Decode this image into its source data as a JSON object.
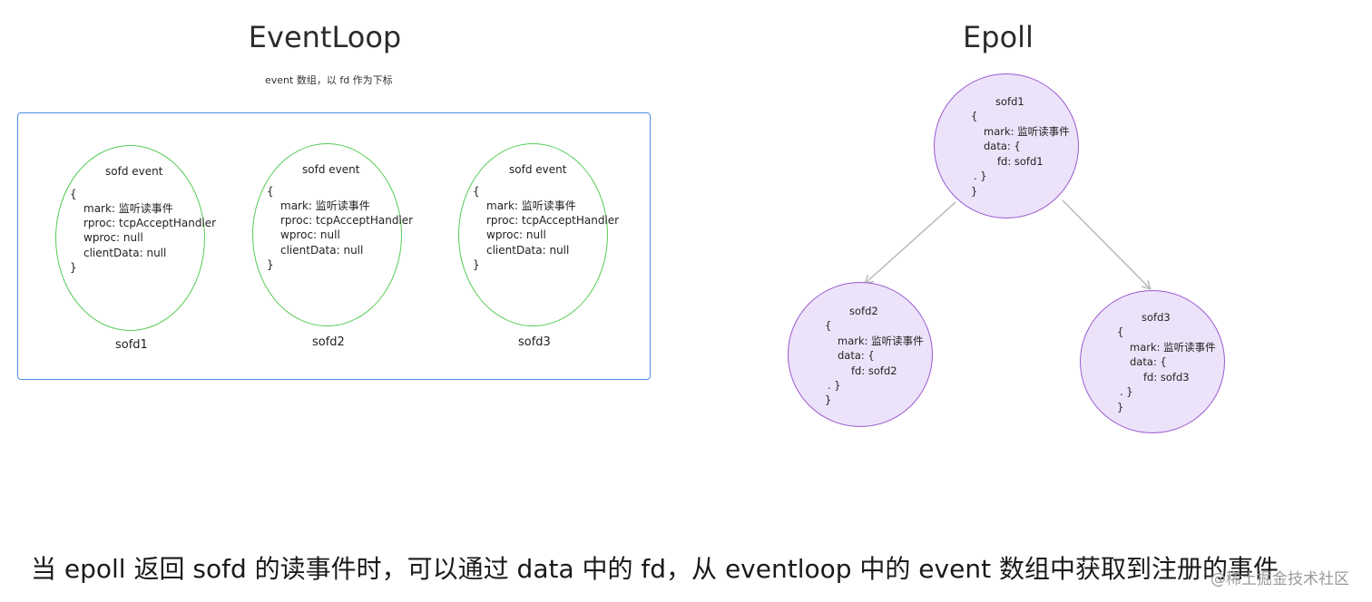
{
  "eventloop": {
    "title": "EventLoop",
    "subtitle": "event 数组，以 fd 作为下标",
    "items": [
      {
        "heading": "sofd event",
        "open_brace": "{",
        "mark": "mark: 监听读事件",
        "rproc": "rproc: tcpAcceptHandler",
        "wproc": "wproc: null",
        "clientData": "clientData: null",
        "close_brace": "}",
        "label": "sofd1"
      },
      {
        "heading": "sofd event",
        "open_brace": "{",
        "mark": "mark: 监听读事件",
        "rproc": "rproc: tcpAcceptHandler",
        "wproc": "wproc: null",
        "clientData": "clientData: null",
        "close_brace": "}",
        "label": "sofd2"
      },
      {
        "heading": "sofd event",
        "open_brace": "{",
        "mark": "mark: 监听读事件",
        "rproc": "rproc: tcpAcceptHandler",
        "wproc": "wproc: null",
        "clientData": "clientData: null",
        "close_brace": "}",
        "label": "sofd3"
      }
    ]
  },
  "epoll": {
    "title": "Epoll",
    "nodes": [
      {
        "name": "sofd1",
        "open_brace": "{",
        "mark": "mark: 监听读事件",
        "data_open": "data: {",
        "fd": "fd:  sofd1",
        "data_close": ".   }",
        "close_brace": "}"
      },
      {
        "name": "sofd2",
        "open_brace": "{",
        "mark": "mark: 监听读事件",
        "data_open": "data: {",
        "fd": "fd:  sofd2",
        "data_close": ".   }",
        "close_brace": "}"
      },
      {
        "name": "sofd3",
        "open_brace": "{",
        "mark": "mark: 监听读事件",
        "data_open": "data: {",
        "fd": "fd:  sofd3",
        "data_close": ".   }",
        "close_brace": "}"
      }
    ]
  },
  "caption": "当 epoll 返回 sofd 的读事件时，可以通过 data 中的 fd，从 eventloop 中的 event 数组中获取到注册的事件",
  "watermark": "@稀土掘金技术社区",
  "colors": {
    "box_border": "#4a90e2",
    "ellipse_border": "#55cc55",
    "circle_border": "#9b59d0",
    "circle_fill": "#ece3fa",
    "arrow": "#b8b8b8"
  }
}
